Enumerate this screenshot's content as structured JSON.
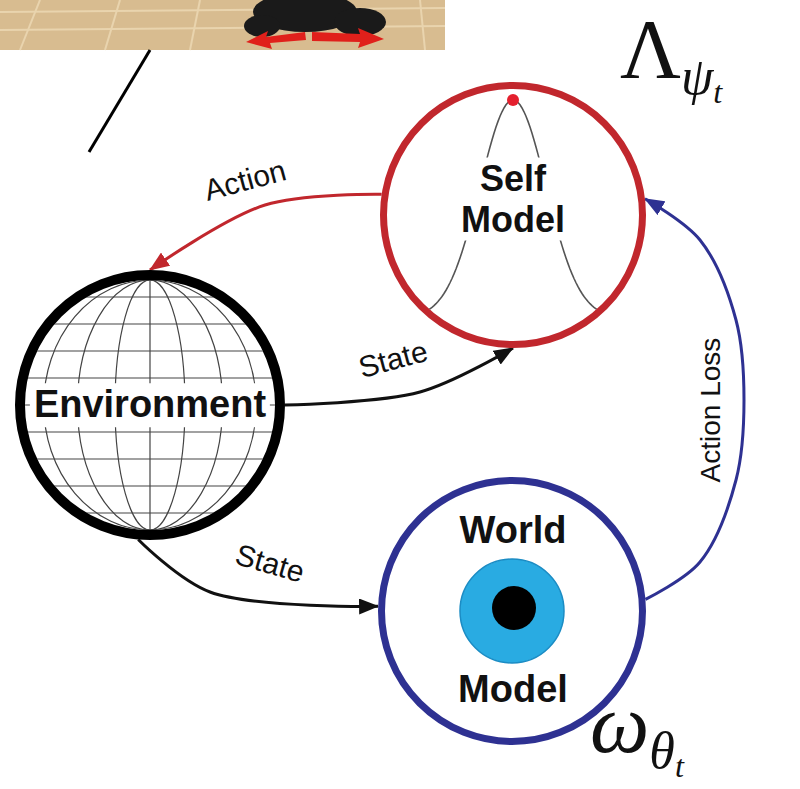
{
  "diagram": {
    "nodes": [
      {
        "text": [
          "Self Model",
          "Λψt"
        ]
      },
      {
        "text": [
          "Environment"
        ]
      },
      {
        "text": [
          "World",
          "Model",
          "ωθt"
        ]
      }
    ],
    "edges": [
      {
        "from": 0,
        "to": 1,
        "arrow": "to",
        "label": "Action"
      },
      {
        "from": 1,
        "to": 0,
        "arrow": "to",
        "label": "State"
      },
      {
        "from": 1,
        "to": 2,
        "arrow": "to",
        "label": "State"
      },
      {
        "from": 2,
        "to": 0,
        "arrow": "to",
        "label": "Action Loss"
      }
    ]
  }
}
